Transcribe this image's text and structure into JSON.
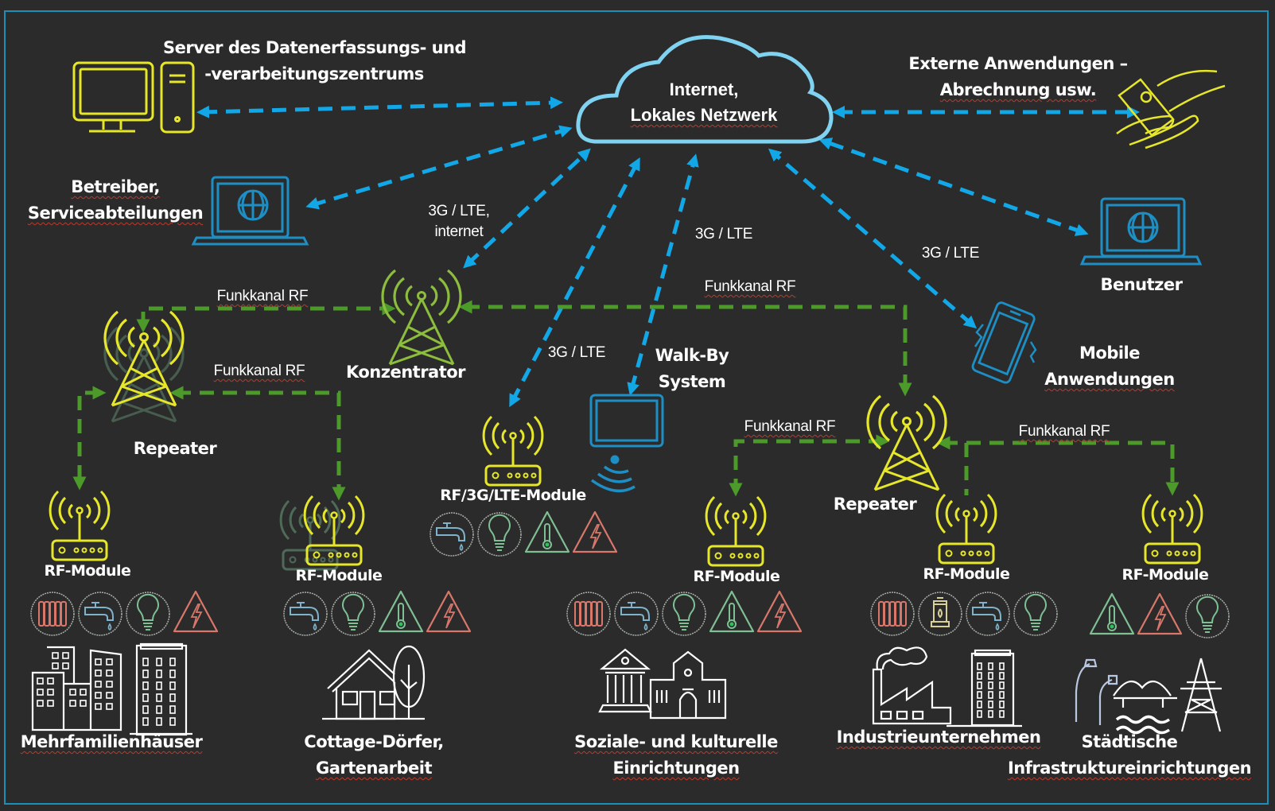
{
  "colors": {
    "background": "#2b2b2b",
    "frame": "#1a8fb8",
    "network_arrow": "#12a7e6",
    "rf_arrow": "#4c9a2a",
    "device_yellow": "#e6e62a",
    "device_blue": "#1d8fc4",
    "cloud": "#7fd3f0",
    "concentrator_green": "#8cbd3c",
    "sensor_red": "#d9786a",
    "sensor_green": "#7fbf94",
    "sensor_blue": "#7fb3cc"
  },
  "cloud": {
    "line1": "Internet,",
    "line2": "Lokales Netzwerk",
    "icon": "cloud-icon"
  },
  "nodes": {
    "server": {
      "line1": "Server des Datenerfassungs- und",
      "line2": "-verarbeitungszentrums",
      "icon": "server-computer-icon"
    },
    "external": {
      "line1": "Externe Anwendungen –",
      "line2": "Abrechnung usw.",
      "icon": "money-hand-icon"
    },
    "operator": {
      "line1": "Betreiber,",
      "line2": "Serviceabteilungen",
      "icon": "laptop-globe-icon"
    },
    "user": {
      "label": "Benutzer",
      "icon": "laptop-globe-icon"
    },
    "mobile": {
      "line1": "Mobile",
      "line2": "Anwendungen",
      "icon": "smartphone-icon"
    },
    "concentrator": {
      "label": "Konzentrator",
      "icon": "antenna-tower-icon"
    },
    "walkby": {
      "line1": "Walk-By",
      "line2": "System",
      "icon": "tablet-wireless-icon"
    },
    "repeater_left": {
      "label": "Repeater",
      "icon": "antenna-tower-icon"
    },
    "repeater_right": {
      "label": "Repeater",
      "icon": "antenna-tower-icon"
    }
  },
  "links": {
    "concentrator_cloud": {
      "line1": "3G / LTE,",
      "line2": "internet"
    },
    "module_cloud": "3G / LTE",
    "walkby_cloud": "3G / LTE",
    "mobile_cloud": "3G / LTE",
    "rf_top_left": "Funkkanal RF",
    "rf_mid_left": "Funkkanal RF",
    "rf_top_right": "Funkkanal RF",
    "rf_bottom_mid": "Funkkanal RF",
    "rf_bottom_right": "Funkkanal RF"
  },
  "modules": [
    {
      "label": "RF-Module",
      "sensors": [
        "radiator",
        "water-tap",
        "light-bulb",
        "electricity-warning"
      ]
    },
    {
      "label": "RF-Module",
      "sensors": [
        "water-tap",
        "light-bulb",
        "thermometer-warning",
        "electricity-warning"
      ]
    },
    {
      "label": "RF/3G/LTE-Module",
      "sensors": [
        "water-tap",
        "light-bulb",
        "thermometer-warning",
        "electricity-warning"
      ]
    },
    {
      "label": "RF-Module",
      "sensors": [
        "radiator",
        "water-tap",
        "light-bulb",
        "thermometer-warning",
        "electricity-warning"
      ]
    },
    {
      "label": "RF-Module",
      "sensors": [
        "radiator",
        "gas-lantern",
        "water-tap",
        "light-bulb"
      ]
    },
    {
      "label": "RF-Module",
      "sensors": [
        "thermometer-warning",
        "electricity-warning",
        "light-bulb"
      ]
    }
  ],
  "sites": [
    {
      "line1": "Mehrfamilienhäuser",
      "line2": "",
      "icon": "apartment-buildings-icon"
    },
    {
      "line1": "Cottage-Dörfer,",
      "line2": "Gartenarbeit",
      "icon": "house-tree-icon"
    },
    {
      "line1": "Soziale- und kulturelle",
      "line2": "Einrichtungen",
      "icon": "public-buildings-icon"
    },
    {
      "line1": "Industrieunternehmen",
      "line2": "",
      "icon": "factory-icon"
    },
    {
      "line1": "Städtische",
      "line2": "Infrastruktureinrichtungen",
      "icon": "city-infrastructure-icon"
    }
  ]
}
